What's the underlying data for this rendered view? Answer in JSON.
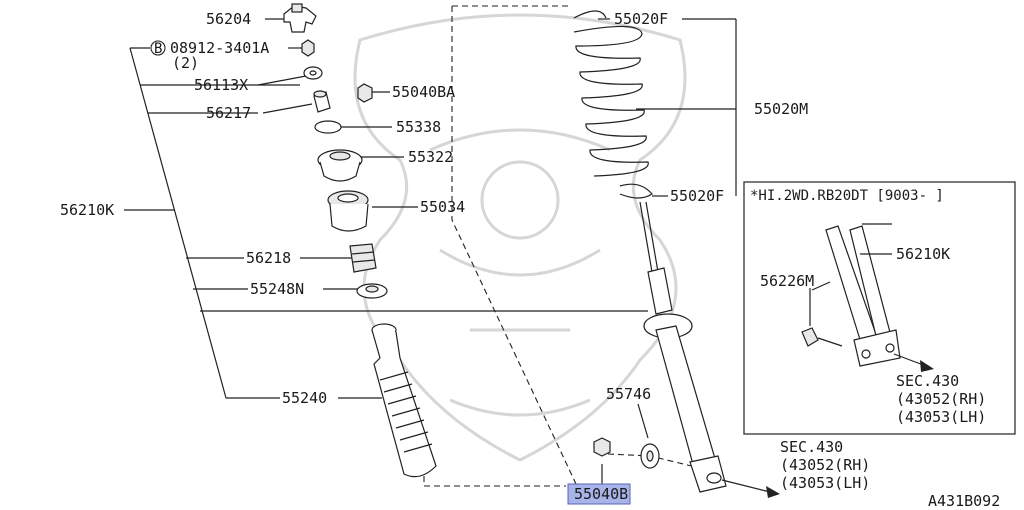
{
  "diagram": {
    "figure_code": "A431B092",
    "inset_header": "*HI.2WD.RB20DT [9003-  ]",
    "parts": [
      {
        "id": "56204",
        "label": "56204"
      },
      {
        "id": "08912-3401A",
        "label": "08912-3401A",
        "badge": "B",
        "qty": "(2)"
      },
      {
        "id": "56113X",
        "label": "56113X"
      },
      {
        "id": "56217",
        "label": "56217"
      },
      {
        "id": "55040BA",
        "label": "55040BA"
      },
      {
        "id": "55338",
        "label": "55338"
      },
      {
        "id": "55322",
        "label": "55322"
      },
      {
        "id": "56210K",
        "label": "56210K"
      },
      {
        "id": "55034",
        "label": "55034"
      },
      {
        "id": "56218",
        "label": "56218"
      },
      {
        "id": "55248N",
        "label": "55248N"
      },
      {
        "id": "55240",
        "label": "55240"
      },
      {
        "id": "55020F_top",
        "label": "55020F"
      },
      {
        "id": "55020M",
        "label": "55020M"
      },
      {
        "id": "55020F_bottom",
        "label": "55020F"
      },
      {
        "id": "55746",
        "label": "55746"
      },
      {
        "id": "55040B",
        "label": "55040B"
      }
    ],
    "section_ref_main": {
      "sec": "SEC.430",
      "rh": "(43052(RH)",
      "lh": "(43053(LH)"
    },
    "inset": {
      "p56210K": "56210K",
      "p56226M": "56226M",
      "sec": "SEC.430",
      "rh": "(43052(RH)",
      "lh": "(43053(LH)"
    },
    "highlight_color": "#a8b4e8"
  }
}
